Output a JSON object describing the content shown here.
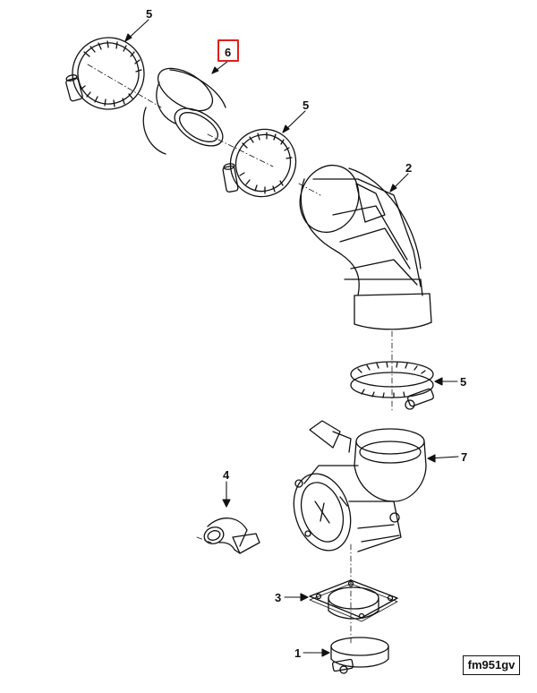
{
  "callouts": {
    "c1": "1",
    "c2": "2",
    "c3": "3",
    "c4": "4",
    "c5a": "5",
    "c5b": "5",
    "c5c": "5",
    "c6": "6",
    "c7": "7"
  },
  "figure_id": "fm951gv",
  "colors": {
    "line": "#111111",
    "highlight_box": "#e0201b",
    "background": "#ffffff"
  }
}
